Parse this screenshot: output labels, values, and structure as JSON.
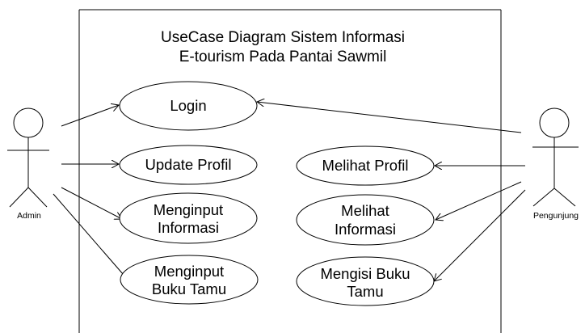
{
  "title": {
    "line1": "UseCase Diagram Sistem Informasi",
    "line2": "E-tourism Pada Pantai Sawmil"
  },
  "actors": {
    "admin": "Admin",
    "visitor": "Pengunjung"
  },
  "use_cases": {
    "login": [
      "Login"
    ],
    "update_profil": [
      "Update Profil"
    ],
    "menginput_informasi": [
      "Menginput",
      "Informasi"
    ],
    "menginput_buku_tamu": [
      "Menginput",
      "Buku Tamu"
    ],
    "melihat_profil": [
      "Melihat Profil"
    ],
    "melihat_informasi": [
      "Melihat",
      "Informasi"
    ],
    "mengisi_buku_tamu": [
      "Mengisi Buku",
      "Tamu"
    ]
  }
}
